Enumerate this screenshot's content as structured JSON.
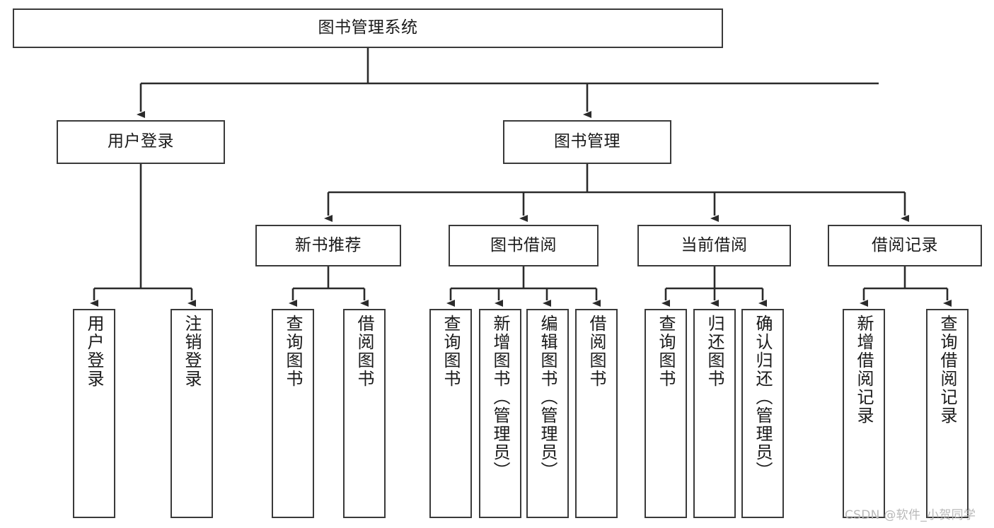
{
  "diagram": {
    "title": "图书管理系统",
    "type": "tree-hierarchy",
    "watermark": "CSDN @软件_小贺同学",
    "colors": {
      "box_border": "#3a3a3a",
      "box_fill": "#ffffff",
      "connector": "#2b2b2b",
      "text": "#1a1a1a",
      "watermark": "#b9b9b9"
    },
    "nodes": {
      "root": {
        "label": "图书管理系统"
      },
      "level2": [
        {
          "label": "用户登录"
        },
        {
          "label": "图书管理"
        }
      ],
      "level3": [
        {
          "label": "新书推荐"
        },
        {
          "label": "图书借阅"
        },
        {
          "label": "当前借阅"
        },
        {
          "label": "借阅记录"
        }
      ],
      "leaves": {
        "user_login": [
          {
            "label": "用户登录"
          },
          {
            "label": "注销登录"
          }
        ],
        "new_book_recommend": [
          {
            "label": "查询图书"
          },
          {
            "label": "借阅图书"
          }
        ],
        "book_borrow": [
          {
            "label": "查询图书"
          },
          {
            "label": "新增图书（管理员）"
          },
          {
            "label": "编辑图书（管理员）"
          },
          {
            "label": "借阅图书"
          }
        ],
        "current_borrow": [
          {
            "label": "查询图书"
          },
          {
            "label": "归还图书"
          },
          {
            "label": "确认归还（管理员）"
          }
        ],
        "borrow_record": [
          {
            "label": "新增借阅记录"
          },
          {
            "label": "查询借阅记录"
          }
        ]
      }
    }
  }
}
